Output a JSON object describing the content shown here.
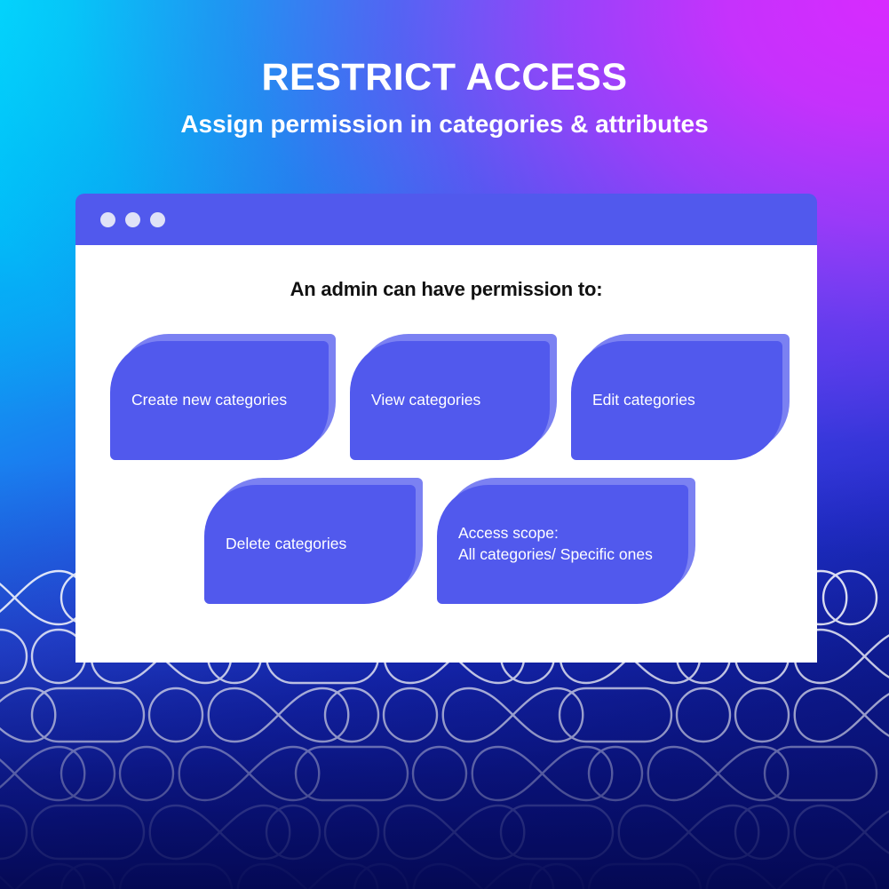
{
  "header": {
    "title": "RESTRICT ACCESS",
    "subtitle": "Assign permission in categories & attributes"
  },
  "browser": {
    "window_dots": [
      "dot-red",
      "dot-yellow",
      "dot-green"
    ],
    "panel_heading": "An admin can have permission to:",
    "cards": [
      {
        "id": "create-new-categories",
        "label": "Create new categories"
      },
      {
        "id": "view-categories",
        "label": "View categories"
      },
      {
        "id": "edit-categories",
        "label": "Edit categories"
      },
      {
        "id": "delete-categories",
        "label": "Delete categories"
      },
      {
        "id": "access-scope",
        "label": "Access scope:\nAll categories/ Specific ones"
      }
    ]
  },
  "colors": {
    "gradient_top_left": "#00d4f9",
    "gradient_top_right": "#cd2dfc",
    "gradient_bottom_left": "#0a5cf0",
    "gradient_bottom_right": "#0a1372",
    "card_face": "#5159ed",
    "card_shadow": "#7b81f2",
    "browser_bar": "#5159ed",
    "panel_background": "#ffffff",
    "heading_text": "#111111",
    "header_text": "#ffffff"
  },
  "decor": {
    "pattern_name": "infinity-pill-circle-grid",
    "stroke_color": "#ffffff"
  }
}
